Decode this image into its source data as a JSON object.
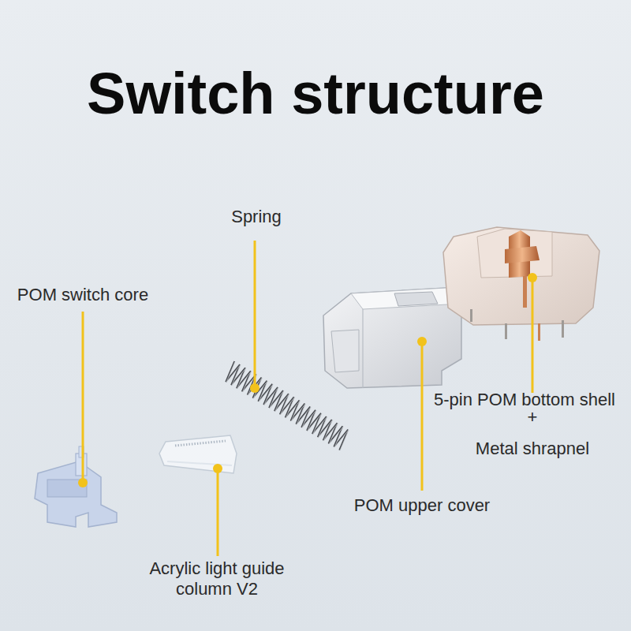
{
  "diagram": {
    "title": "Switch structure",
    "labels": [
      "Spring",
      "POM switch core",
      "5-pin POM bottom shell",
      "+",
      "Metal shrapnel",
      "POM upper cover",
      "Acrylic light guide column V2"
    ]
  }
}
